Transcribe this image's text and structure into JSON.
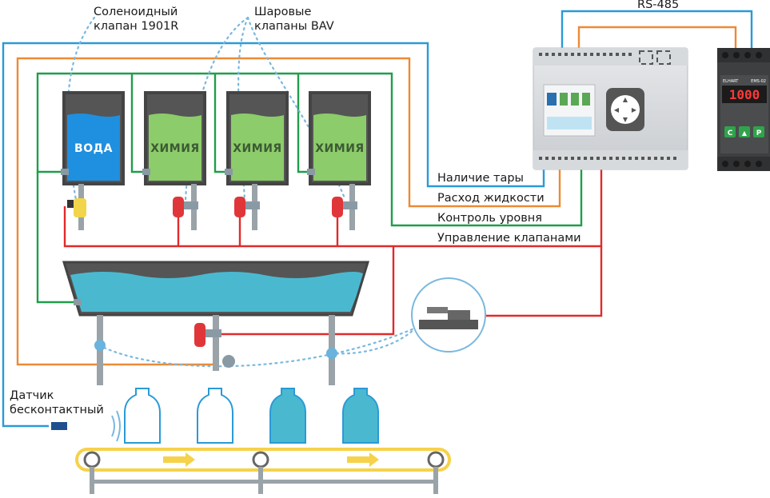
{
  "labels": {
    "solenoid_line1": "Соленоидный",
    "solenoid_line2": "клапан 1901R",
    "ball_line1": "Шаровые",
    "ball_line2": "клапаны BAV",
    "rs485": "RS-485",
    "sensor_line1": "Датчик",
    "sensor_line2": "бесконтактный"
  },
  "wires": {
    "presence": "Наличие тары",
    "flow": "Расход жидкости",
    "level": "Контроль уровня",
    "valves": "Управление клапанами"
  },
  "tanks": [
    {
      "label": "ВОДА",
      "liquid": "#1f8fe0"
    },
    {
      "label": "ХИМИЯ",
      "liquid": "#8ccc6a"
    },
    {
      "label": "ХИМИЯ",
      "liquid": "#8ccc6a"
    },
    {
      "label": "ХИМИЯ",
      "liquid": "#8ccc6a"
    }
  ],
  "display": {
    "brand": "ELHART",
    "model": "EMS-02",
    "value": "1000",
    "buttons": [
      "C",
      "▲",
      "P"
    ]
  },
  "colors": {
    "blue_wire": "#2a9ad6",
    "orange_wire": "#ec8a35",
    "green_wire": "#1f9e4a",
    "red_wire": "#e02b2b",
    "tank_shell": "#555555",
    "basin_water": "#4ab9d0",
    "conveyor": "#f6d24a",
    "bottle": "#2a9ad6"
  }
}
